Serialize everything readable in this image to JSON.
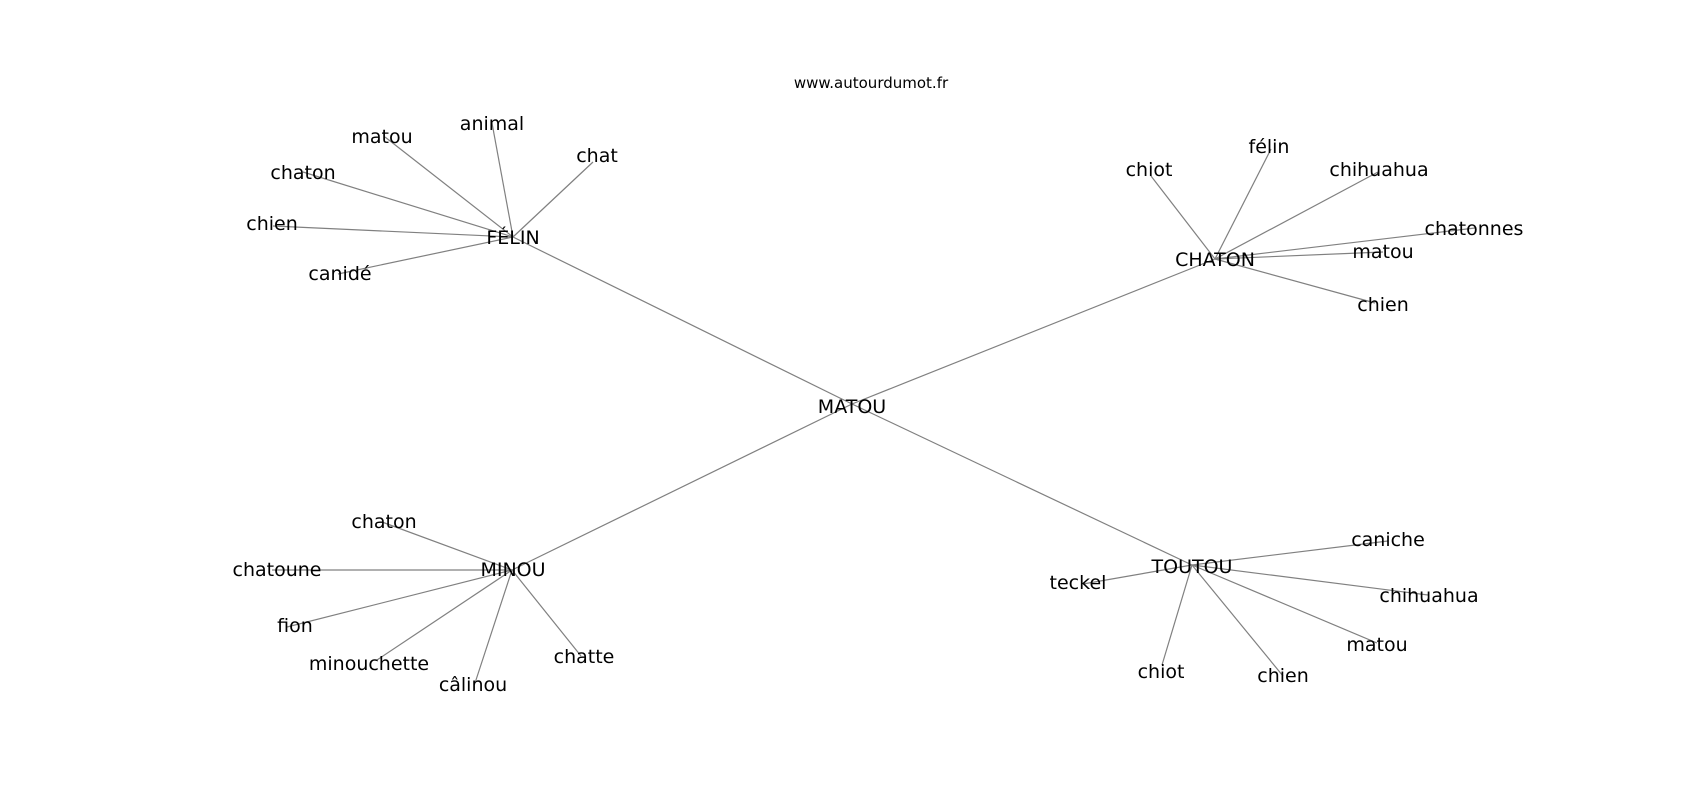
{
  "site_label": "www.autourdumot.fr",
  "center": {
    "label": "MATOU"
  },
  "groups": [
    {
      "id": "felin",
      "label": "FÉLIN",
      "leaves": [
        "chat",
        "animal",
        "matou",
        "chaton",
        "chien",
        "canidé"
      ]
    },
    {
      "id": "chaton",
      "label": "CHATON",
      "leaves": [
        "chiot",
        "félin",
        "chihuahua",
        "chatonnes",
        "matou",
        "chien"
      ]
    },
    {
      "id": "minou",
      "label": "MINOU",
      "leaves": [
        "chaton",
        "chatoune",
        "fion",
        "minouchette",
        "câlinou",
        "chatte"
      ]
    },
    {
      "id": "toutou",
      "label": "TOUTOU",
      "leaves": [
        "caniche",
        "teckel",
        "chihuahua",
        "matou",
        "chiot",
        "chien"
      ]
    }
  ]
}
